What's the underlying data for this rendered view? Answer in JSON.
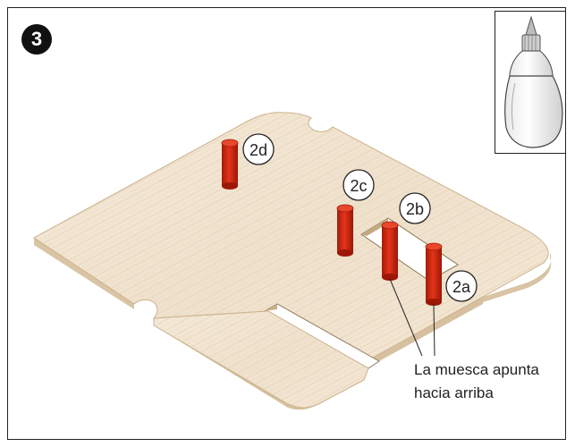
{
  "step": {
    "number": "3"
  },
  "inset": {
    "icon": "glue-bottle-icon"
  },
  "board": {
    "icon": "wooden-board"
  },
  "pegs": [
    {
      "label": "2a"
    },
    {
      "label": "2b"
    },
    {
      "label": "2c"
    },
    {
      "label": "2d"
    }
  ],
  "note": {
    "line1": "La muesca apunta",
    "line2": "hacia arriba"
  },
  "colors": {
    "wood_light": "#f1e4d1",
    "wood_edge": "#d8c3a4",
    "peg_red": "#d9260f",
    "peg_dark": "#a11a08"
  }
}
